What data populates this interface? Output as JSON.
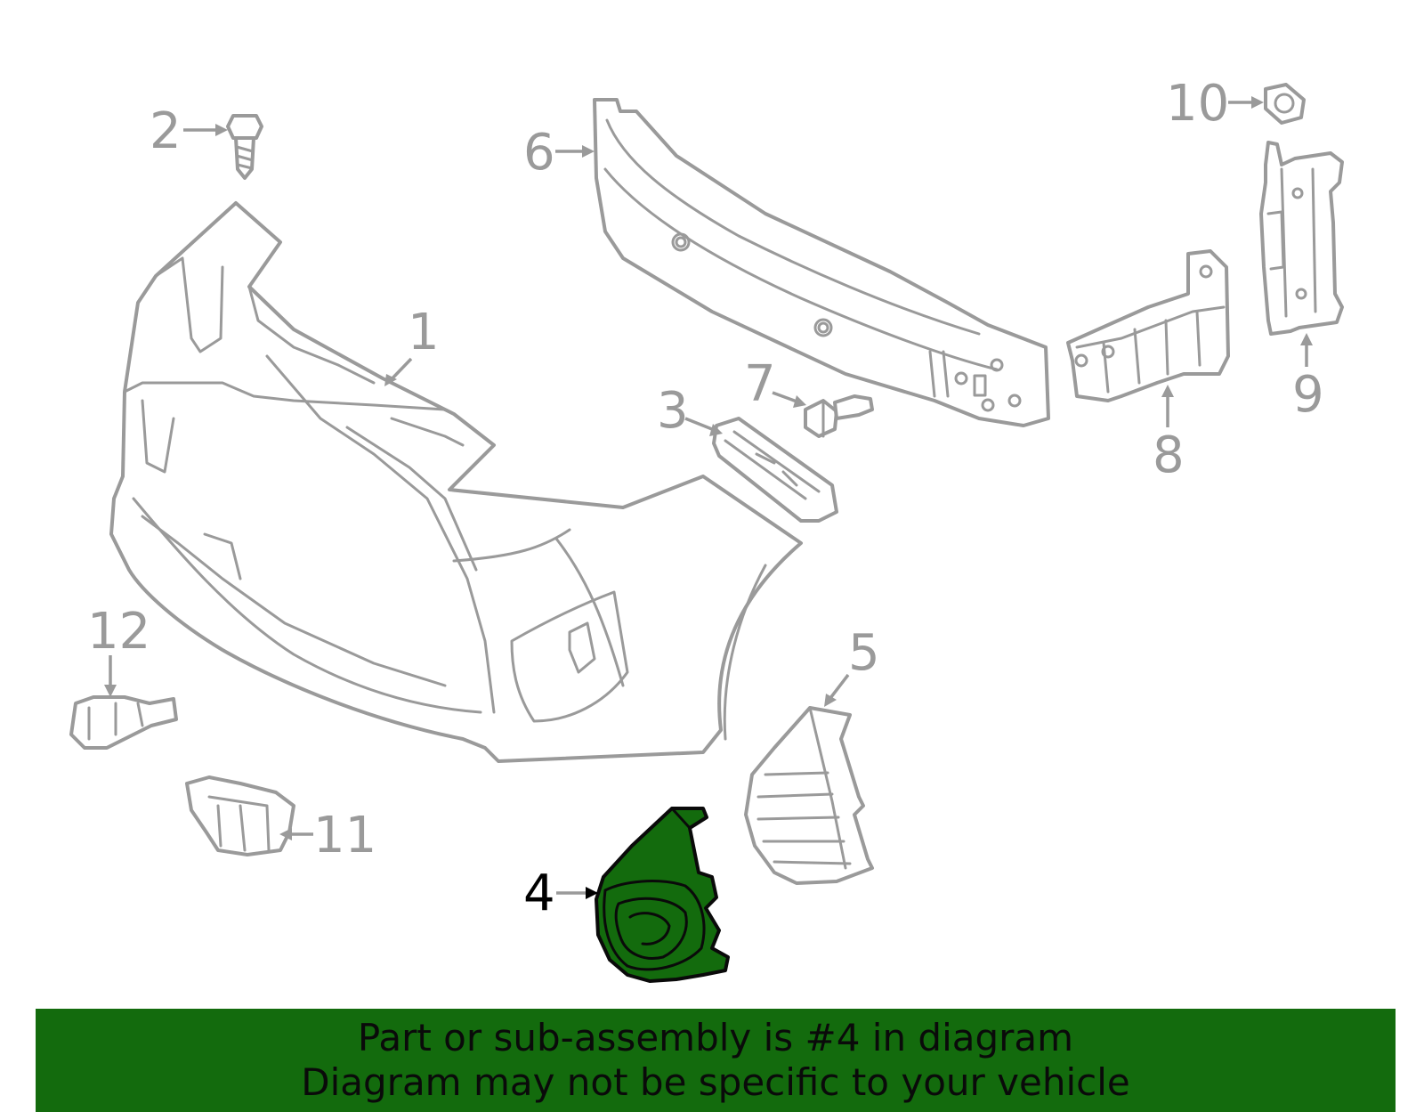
{
  "diagram": {
    "callouts": [
      {
        "id": "1",
        "label": "1"
      },
      {
        "id": "2",
        "label": "2"
      },
      {
        "id": "3",
        "label": "3"
      },
      {
        "id": "4",
        "label": "4"
      },
      {
        "id": "5",
        "label": "5"
      },
      {
        "id": "6",
        "label": "6"
      },
      {
        "id": "7",
        "label": "7"
      },
      {
        "id": "8",
        "label": "8"
      },
      {
        "id": "9",
        "label": "9"
      },
      {
        "id": "10",
        "label": "10"
      },
      {
        "id": "11",
        "label": "11"
      },
      {
        "id": "12",
        "label": "12"
      }
    ],
    "highlighted_part": "4",
    "colors": {
      "highlight": "#136b0d",
      "outline": "#9a9a9a",
      "banner": "#136b0d",
      "text": "#0a0a0a"
    }
  },
  "banner": {
    "line1": "Part or sub-assembly is #4 in diagram",
    "line2": "Diagram may not be specific to your vehicle"
  }
}
